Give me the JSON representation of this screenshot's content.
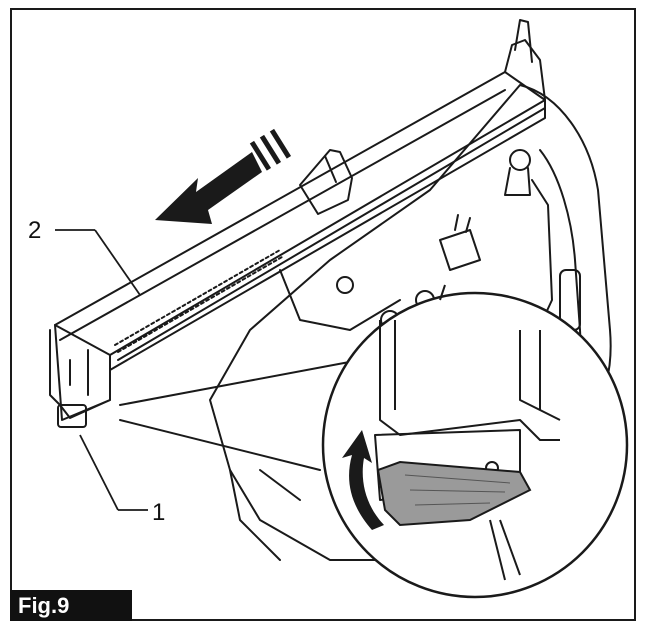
{
  "figure": {
    "caption": "Fig.9",
    "callouts": [
      {
        "id": "1",
        "text": "1"
      },
      {
        "id": "2",
        "text": "2"
      }
    ],
    "colors": {
      "line": "#1a1a1a",
      "shade": "#9a9a9a",
      "caption_bg": "#111111"
    }
  }
}
